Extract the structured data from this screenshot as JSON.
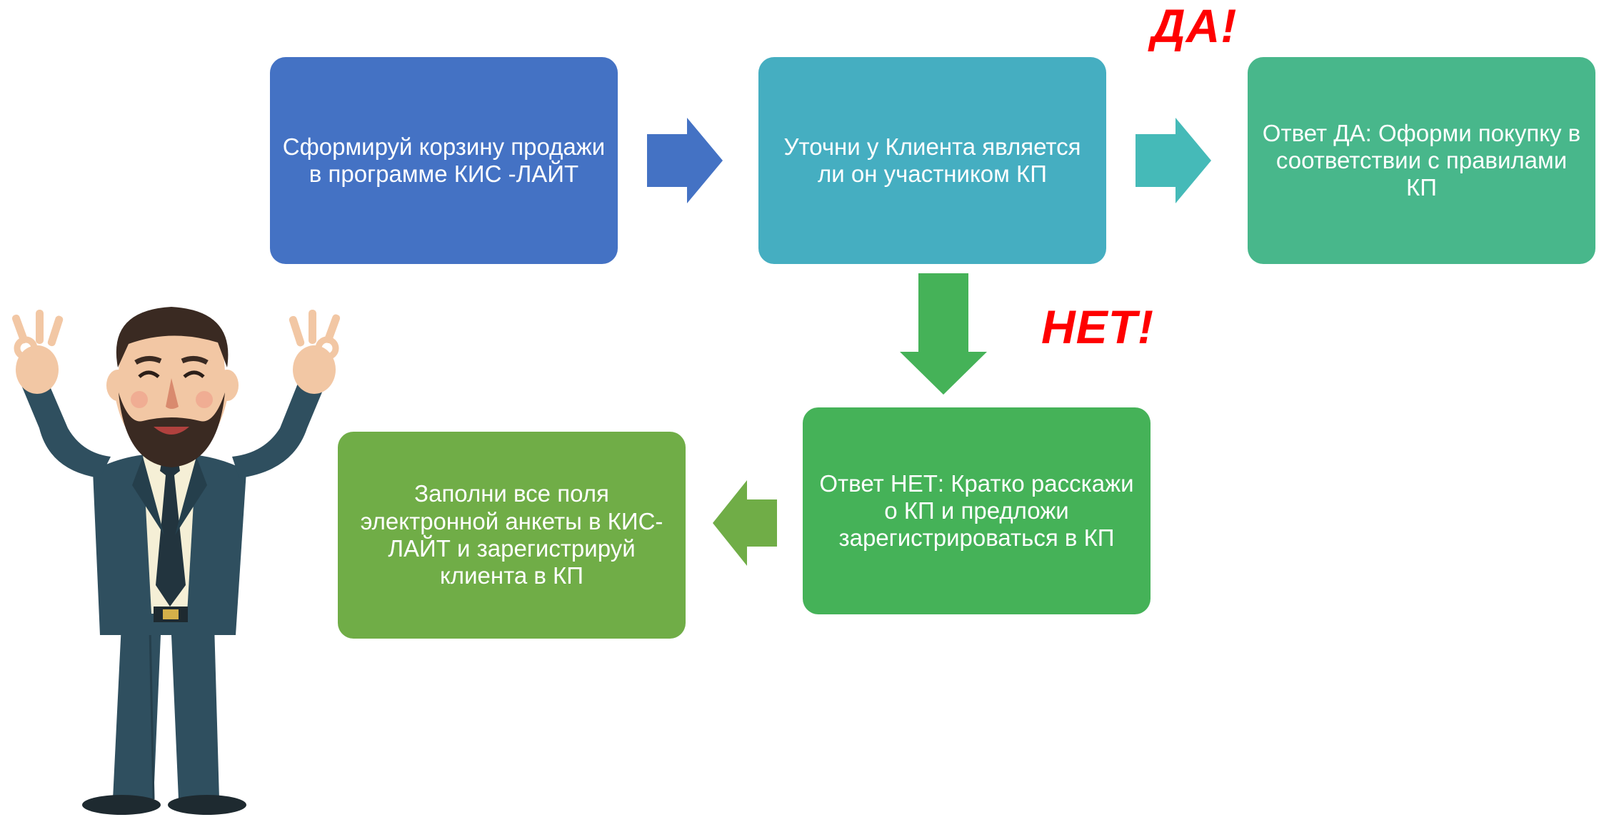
{
  "colors": {
    "box_blue": "#4472C4",
    "box_teal": "#45AEC1",
    "box_seagreen": "#48B78B",
    "box_green": "#45B258",
    "box_olive": "#70AD47",
    "label_red": "#FF0000"
  },
  "boxes": {
    "form_cart": "Сформируй корзину продажи в программе КИС -ЛАЙТ",
    "ask_client": "Уточни у Клиента является ли он участником КП",
    "answer_yes": "Ответ ДА: Оформи покупку в соответствии с правилами  КП",
    "answer_no": "Ответ НЕТ: Кратко расскажи о КП и предложи зарегистрироваться в КП",
    "fill_form": "Заполни все поля электронной анкеты в КИС-ЛАЙТ и зарегистрируй клиента в КП"
  },
  "labels": {
    "yes": "ДА!",
    "no": "НЕТ!"
  },
  "icons": {
    "arrows": [
      "arrow-right-icon",
      "arrow-right-icon",
      "arrow-down-icon",
      "arrow-left-icon"
    ],
    "illustration": "businessman-illustration"
  }
}
